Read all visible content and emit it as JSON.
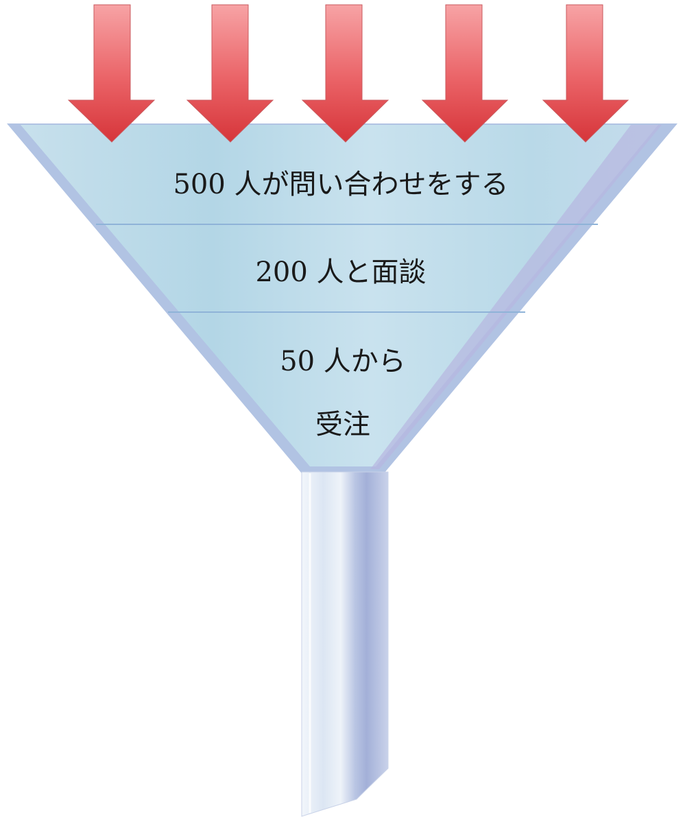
{
  "funnel": {
    "stages": [
      {
        "label": "500 人が問い合わせをする"
      },
      {
        "label": "200 人と面談"
      },
      {
        "label_line1": "50 人から",
        "label_line2": "受注"
      }
    ]
  },
  "arrows": {
    "count": 5,
    "color_top": "#f59a9c",
    "color_bottom": "#d9353a"
  },
  "colors": {
    "funnel_body": "#bcd9e6",
    "funnel_edge": "#9fb3d6",
    "divider": "#8fb3d8",
    "stem_light": "#e6eef7",
    "stem_dark": "#a9b6dc"
  }
}
